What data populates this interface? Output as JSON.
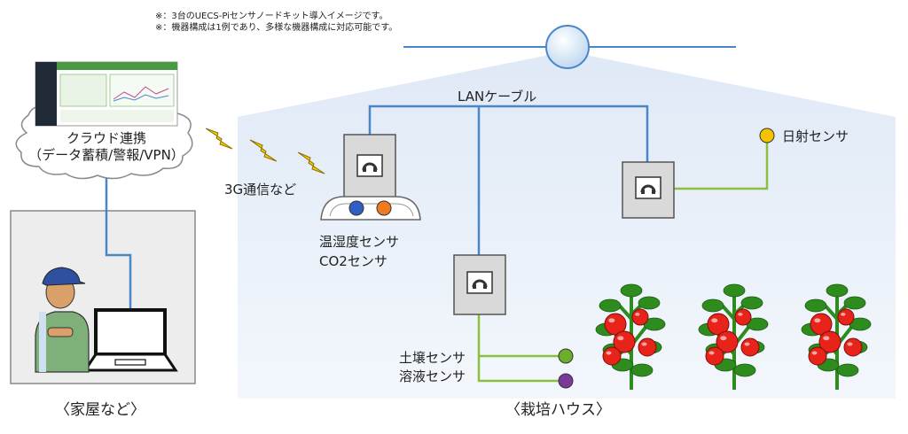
{
  "notes": [
    "※：3台のUECS-Piセンサノードキット導入イメージです。",
    "※：機器構成は1例であり、多様な機器構成に対応可能です。"
  ],
  "cloud": {
    "line1": "クラウド連携",
    "line2": "（データ蓄積/警報/VPN）"
  },
  "comm_label": "3G通信など",
  "lan_label": "LANケーブル",
  "sensors": {
    "temp_humidity": "温湿度センサ",
    "co2": "CO2センサ",
    "solar": "日射センサ",
    "soil": "土壌センサ",
    "solution": "溶液センサ"
  },
  "captions": {
    "home": "〈家屋など〉",
    "greenhouse": "〈栽培ハウス〉"
  },
  "colors": {
    "lan_cable": "#4a86c8",
    "sensor_wire": "#8cbf3f",
    "greenhouse_fill": "#e6eef8",
    "house_fill": "#ededed",
    "node_box": "#d9d9d9",
    "solar_dot": "#f5c400",
    "soil_dot": "#6cae2a",
    "solution_dot": "#7a3a9a",
    "humidity_dot": "#2f5fc4",
    "co2_dot": "#f07a20",
    "tomato": "#e8231a",
    "leaf": "#2e8b1e"
  },
  "icons": {
    "node": "uecs-node-icon",
    "lightning": "lightning-icon",
    "cloud": "cloud-icon",
    "laptop": "laptop-icon",
    "farmer": "farmer-icon",
    "tomato": "tomato-plant-icon",
    "dome": "ceiling-sensor-dome-icon"
  }
}
